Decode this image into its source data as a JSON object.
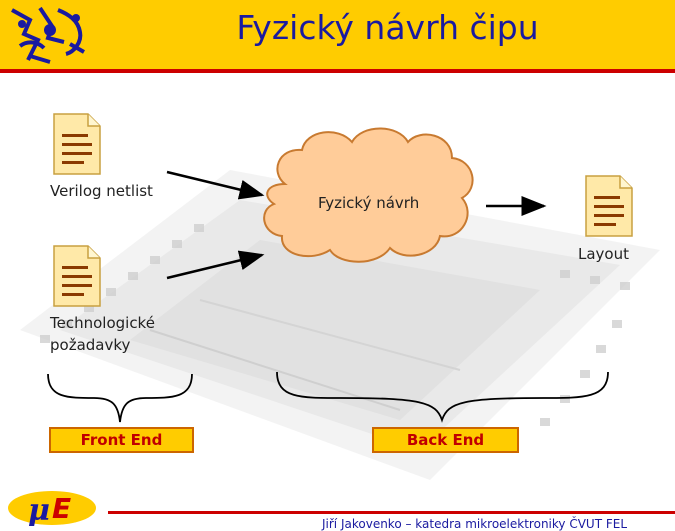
{
  "header": {
    "title": "Fyzický návrh čipu",
    "background_color": "#ffcc00",
    "rule_color": "#cc0000",
    "title_color": "#1a1aa0"
  },
  "diagram": {
    "inputs": [
      {
        "label": "Verilog netlist",
        "icon": "document-icon"
      },
      {
        "label": "Technologické\npožadavky",
        "icon": "document-icon"
      }
    ],
    "process": {
      "label": "Fyzický návrh",
      "shape": "cloud",
      "fill": "#ffcc99"
    },
    "output": {
      "label": "Layout",
      "icon": "document-icon"
    },
    "stages": [
      {
        "label": "Front End"
      },
      {
        "label": "Back End"
      }
    ],
    "stage_label_color": "#c00000"
  },
  "footer": {
    "logo_text": "μE",
    "text": "Jiří Jakovenko – katedra mikroelektroniky ČVUT FEL"
  }
}
